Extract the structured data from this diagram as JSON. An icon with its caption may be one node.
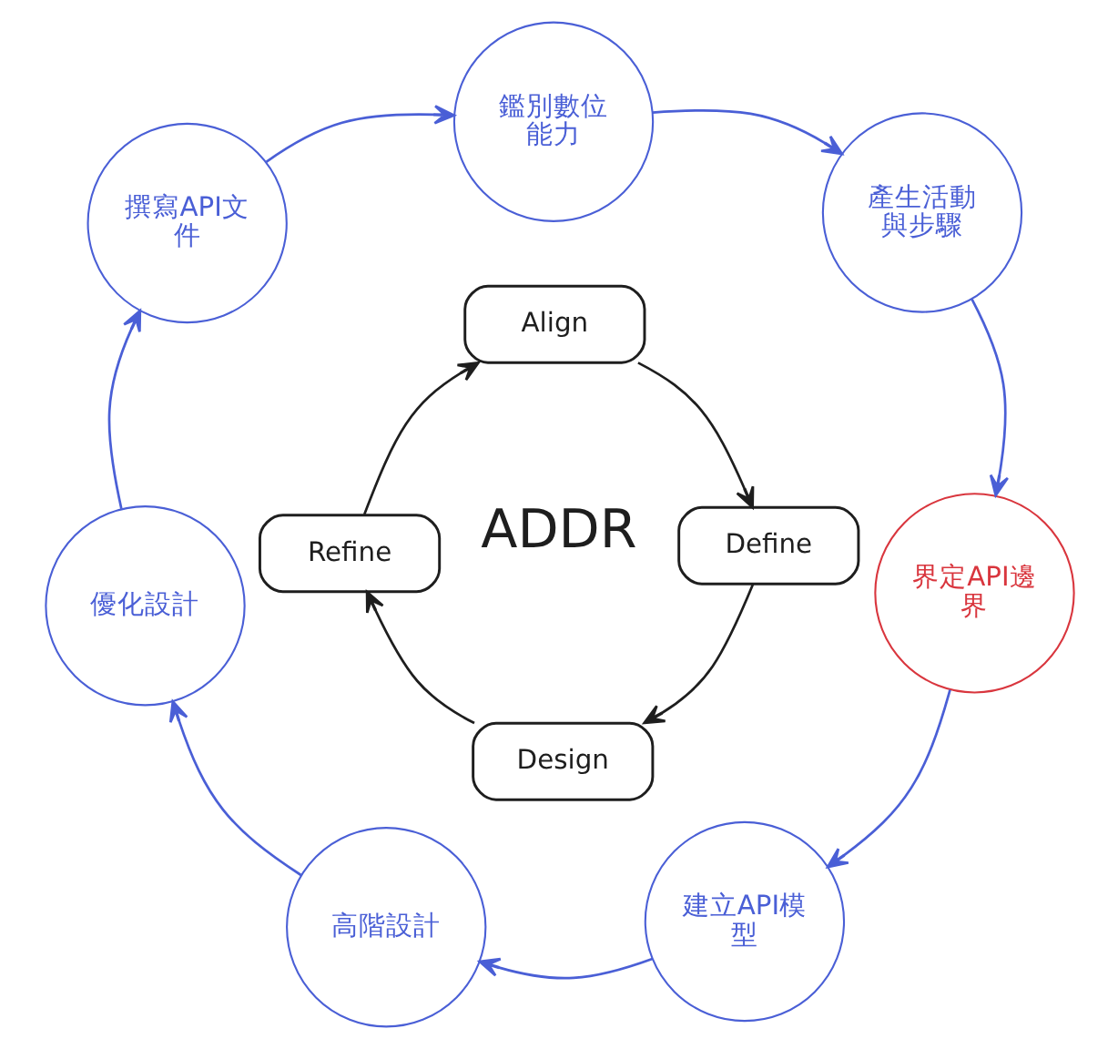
{
  "diagram": {
    "nodes": [
      {
        "text": [
          "鑑別數位能力"
        ]
      },
      {
        "text": [
          "產生活動與步驟"
        ]
      },
      {
        "text": [
          "界定API邊界"
        ]
      },
      {
        "text": [
          "建立API模型"
        ]
      },
      {
        "text": [
          "高階設計"
        ]
      },
      {
        "text": [
          "優化設計"
        ]
      },
      {
        "text": [
          "撰寫API文件"
        ]
      },
      {
        "text": [
          "Align"
        ]
      },
      {
        "text": [
          "Define"
        ]
      },
      {
        "text": [
          "Design"
        ]
      },
      {
        "text": [
          "Refine"
        ]
      }
    ],
    "edges": [
      {
        "from": 6,
        "to": 0,
        "arrow": "to"
      },
      {
        "from": 0,
        "to": 1,
        "arrow": "to"
      },
      {
        "from": 1,
        "to": 2,
        "arrow": "to"
      },
      {
        "from": 2,
        "to": 3,
        "arrow": "to"
      },
      {
        "from": 3,
        "to": 4,
        "arrow": "to"
      },
      {
        "from": 4,
        "to": 5,
        "arrow": "to"
      },
      {
        "from": 5,
        "to": 6,
        "arrow": "to"
      },
      {
        "from": 7,
        "to": 8,
        "arrow": "to",
        "color": "#1e1e1e"
      },
      {
        "from": 8,
        "to": 9,
        "arrow": "to",
        "color": "#1e1e1e"
      },
      {
        "from": 9,
        "to": 10,
        "arrow": "to",
        "color": "#1e1e1e"
      },
      {
        "from": 10,
        "to": 7,
        "arrow": "to",
        "color": "#1e1e1e"
      }
    ],
    "labels": [
      "ADDR"
    ]
  }
}
